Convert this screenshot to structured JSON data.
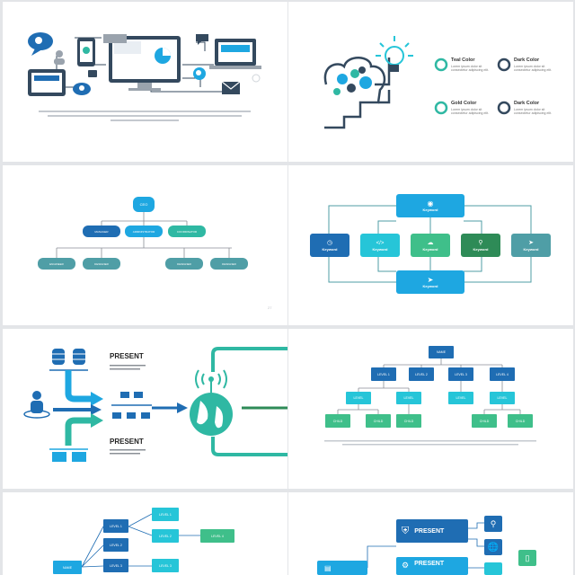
{
  "colors": {
    "blue": "#2e86c8",
    "dark_blue": "#1f6db3",
    "sky": "#1ea7e1",
    "cyan": "#26c5d8",
    "teal": "#2fb8a3",
    "green": "#3fbf8a",
    "dark_green": "#2e8b57",
    "slate": "#4f9ea6",
    "navy": "#34495e",
    "muted": "#9aa3ad"
  },
  "slide2": {
    "items": [
      {
        "title": "Teal Color",
        "body": "Lorem ipsum dolor sit consectetur adipiscing elit."
      },
      {
        "title": "Dark Color",
        "body": "Lorem ipsum dolor sit consectetur adipiscing elit."
      },
      {
        "title": "Gold Color",
        "body": "Lorem ipsum dolor sit consectetur adipiscing elit."
      },
      {
        "title": "Dark Color",
        "body": "Lorem ipsum dolor sit consectetur adipiscing elit."
      }
    ]
  },
  "slide3": {
    "top": "CEO",
    "mid": [
      "MANAGER",
      "ADMINISTRATOR",
      "COORDINATOR"
    ],
    "bottom": [
      "ENGINEER",
      "DESIGNER",
      "DESIGNER",
      "DESIGNER"
    ]
  },
  "slide4": {
    "labels": [
      "Keyword",
      "Keyword",
      "Keyword",
      "Keyword",
      "Keyword",
      "Keyword",
      "Keyword"
    ]
  },
  "slide5": {
    "present_1": "PRESENT",
    "present_2": "PRESENT"
  },
  "slide6": {
    "root": "NAME",
    "levels": [
      "LEVEL 1",
      "LEVEL 2",
      "LEVEL 3",
      "LEVEL 4"
    ],
    "level_b": [
      "LEVEL",
      "LEVEL",
      "LEVEL",
      "LEVEL"
    ],
    "level_c": [
      "CHILD",
      "CHILD",
      "CHILD",
      "CHILD",
      "CHILD"
    ]
  },
  "slide7": {
    "root": "NAME",
    "left": [
      "LEVEL 1",
      "LEVEL 2",
      "LEVEL 3"
    ],
    "right": [
      "LEVEL 1",
      "LEVEL 2",
      "LEVEL 3"
    ],
    "far": "LEVEL 4"
  },
  "slide8": {
    "present_1": "PRESENT",
    "present_2": "PRESENT"
  }
}
